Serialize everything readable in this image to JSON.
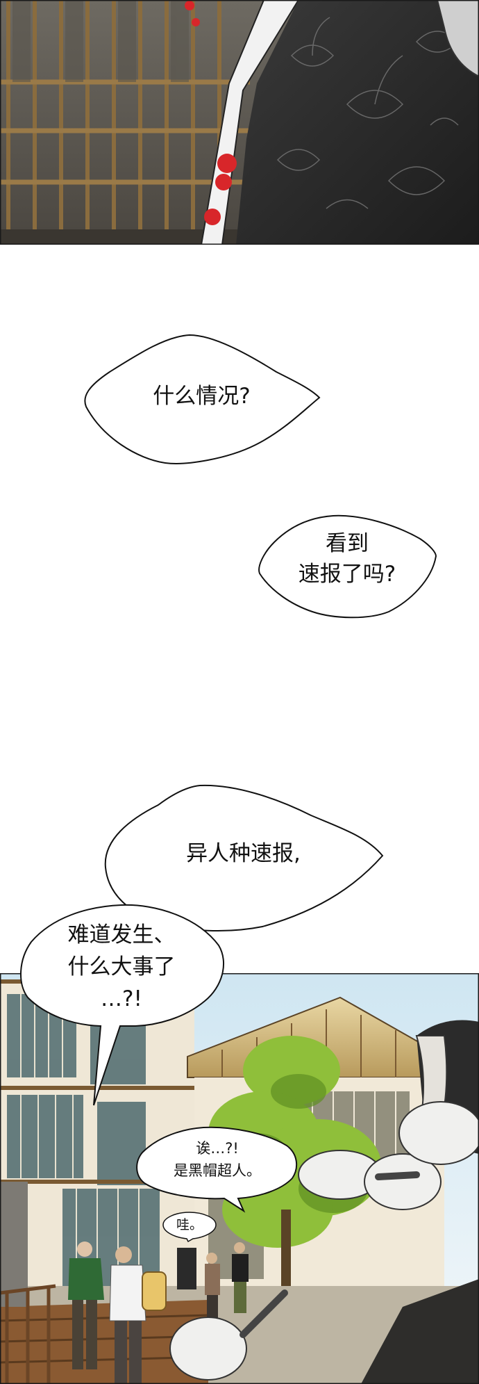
{
  "panels": [
    {
      "id": "panel-1",
      "scene": "wooden lattice window and dark floral robe"
    },
    {
      "id": "panel-2",
      "scene": "traditional wooden buildings courtyard with crowd"
    }
  ],
  "bubbles": {
    "what_happened": {
      "line1": "什么情况?"
    },
    "seen_bulletin": {
      "line1": "看到",
      "line2": "速报了吗?"
    },
    "bulletin": {
      "line1": "异人种速报,"
    },
    "big_event": {
      "line1": "难道发生、",
      "line2": "什么大事了",
      "line3": "…?!"
    },
    "black_hat": {
      "line1": "诶…?!",
      "line2": "是黑帽超人。"
    },
    "wow": {
      "line1": "哇。"
    }
  },
  "colors": {
    "ink": "#111111",
    "page": "#ffffff",
    "panel_border": "#1a1a1a",
    "bead_red": "#d8262a",
    "foliage": "#8fbf3a",
    "wood": "#c8a46a"
  }
}
